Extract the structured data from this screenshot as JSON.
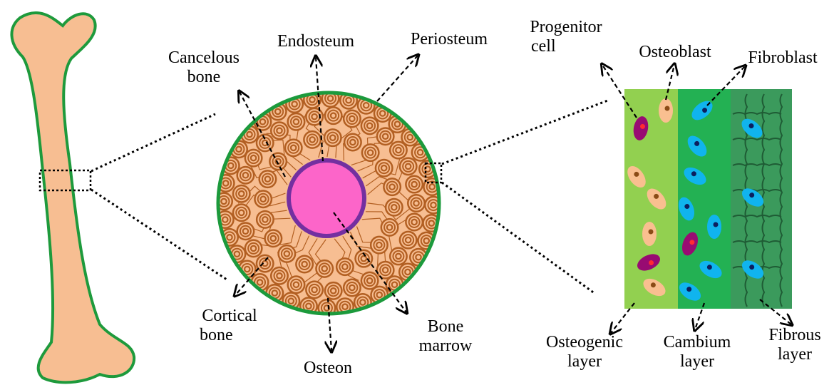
{
  "labels": {
    "cancelous_bone": [
      "Cancelous",
      "bone"
    ],
    "endosteum": "Endosteum",
    "periosteum": "Periosteum",
    "progenitor_cell": [
      "Progenitor",
      "cell"
    ],
    "osteoblast": "Osteoblast",
    "fibroblast": "Fibroblast",
    "cortical_bone": [
      "Cortical",
      "bone"
    ],
    "osteon": "Osteon",
    "bone_marrow": [
      "Bone",
      "marrow"
    ],
    "osteogenic_layer": [
      "Osteogenic",
      "layer"
    ],
    "cambium_layer": [
      "Cambium",
      "layer"
    ],
    "fibrous_layer": [
      "Fibrous",
      "layer"
    ]
  },
  "colors": {
    "bone": "#f7be92",
    "bone_outline": "#1e9a3c",
    "cortex_outline": "#1c9a3c",
    "osteon": "#b25f22",
    "marrow": "#fc65c9",
    "endosteum_ring": "#7330a0",
    "osteogenic_layer": "#92d050",
    "cambium_layer": "#23b153",
    "fibrous_layer": "#3b9a5c",
    "fibers": "#1f5c35",
    "progenitor_cell": "#980b72",
    "progenitor_nucleus": "#ff2a33",
    "osteoblast_cell": "#f9bf90",
    "osteoblast_nucleus": "#8b4b16",
    "fibroblast_cell": "#10b4ee",
    "fibroblast_nucleus": "#0c1f5e"
  }
}
